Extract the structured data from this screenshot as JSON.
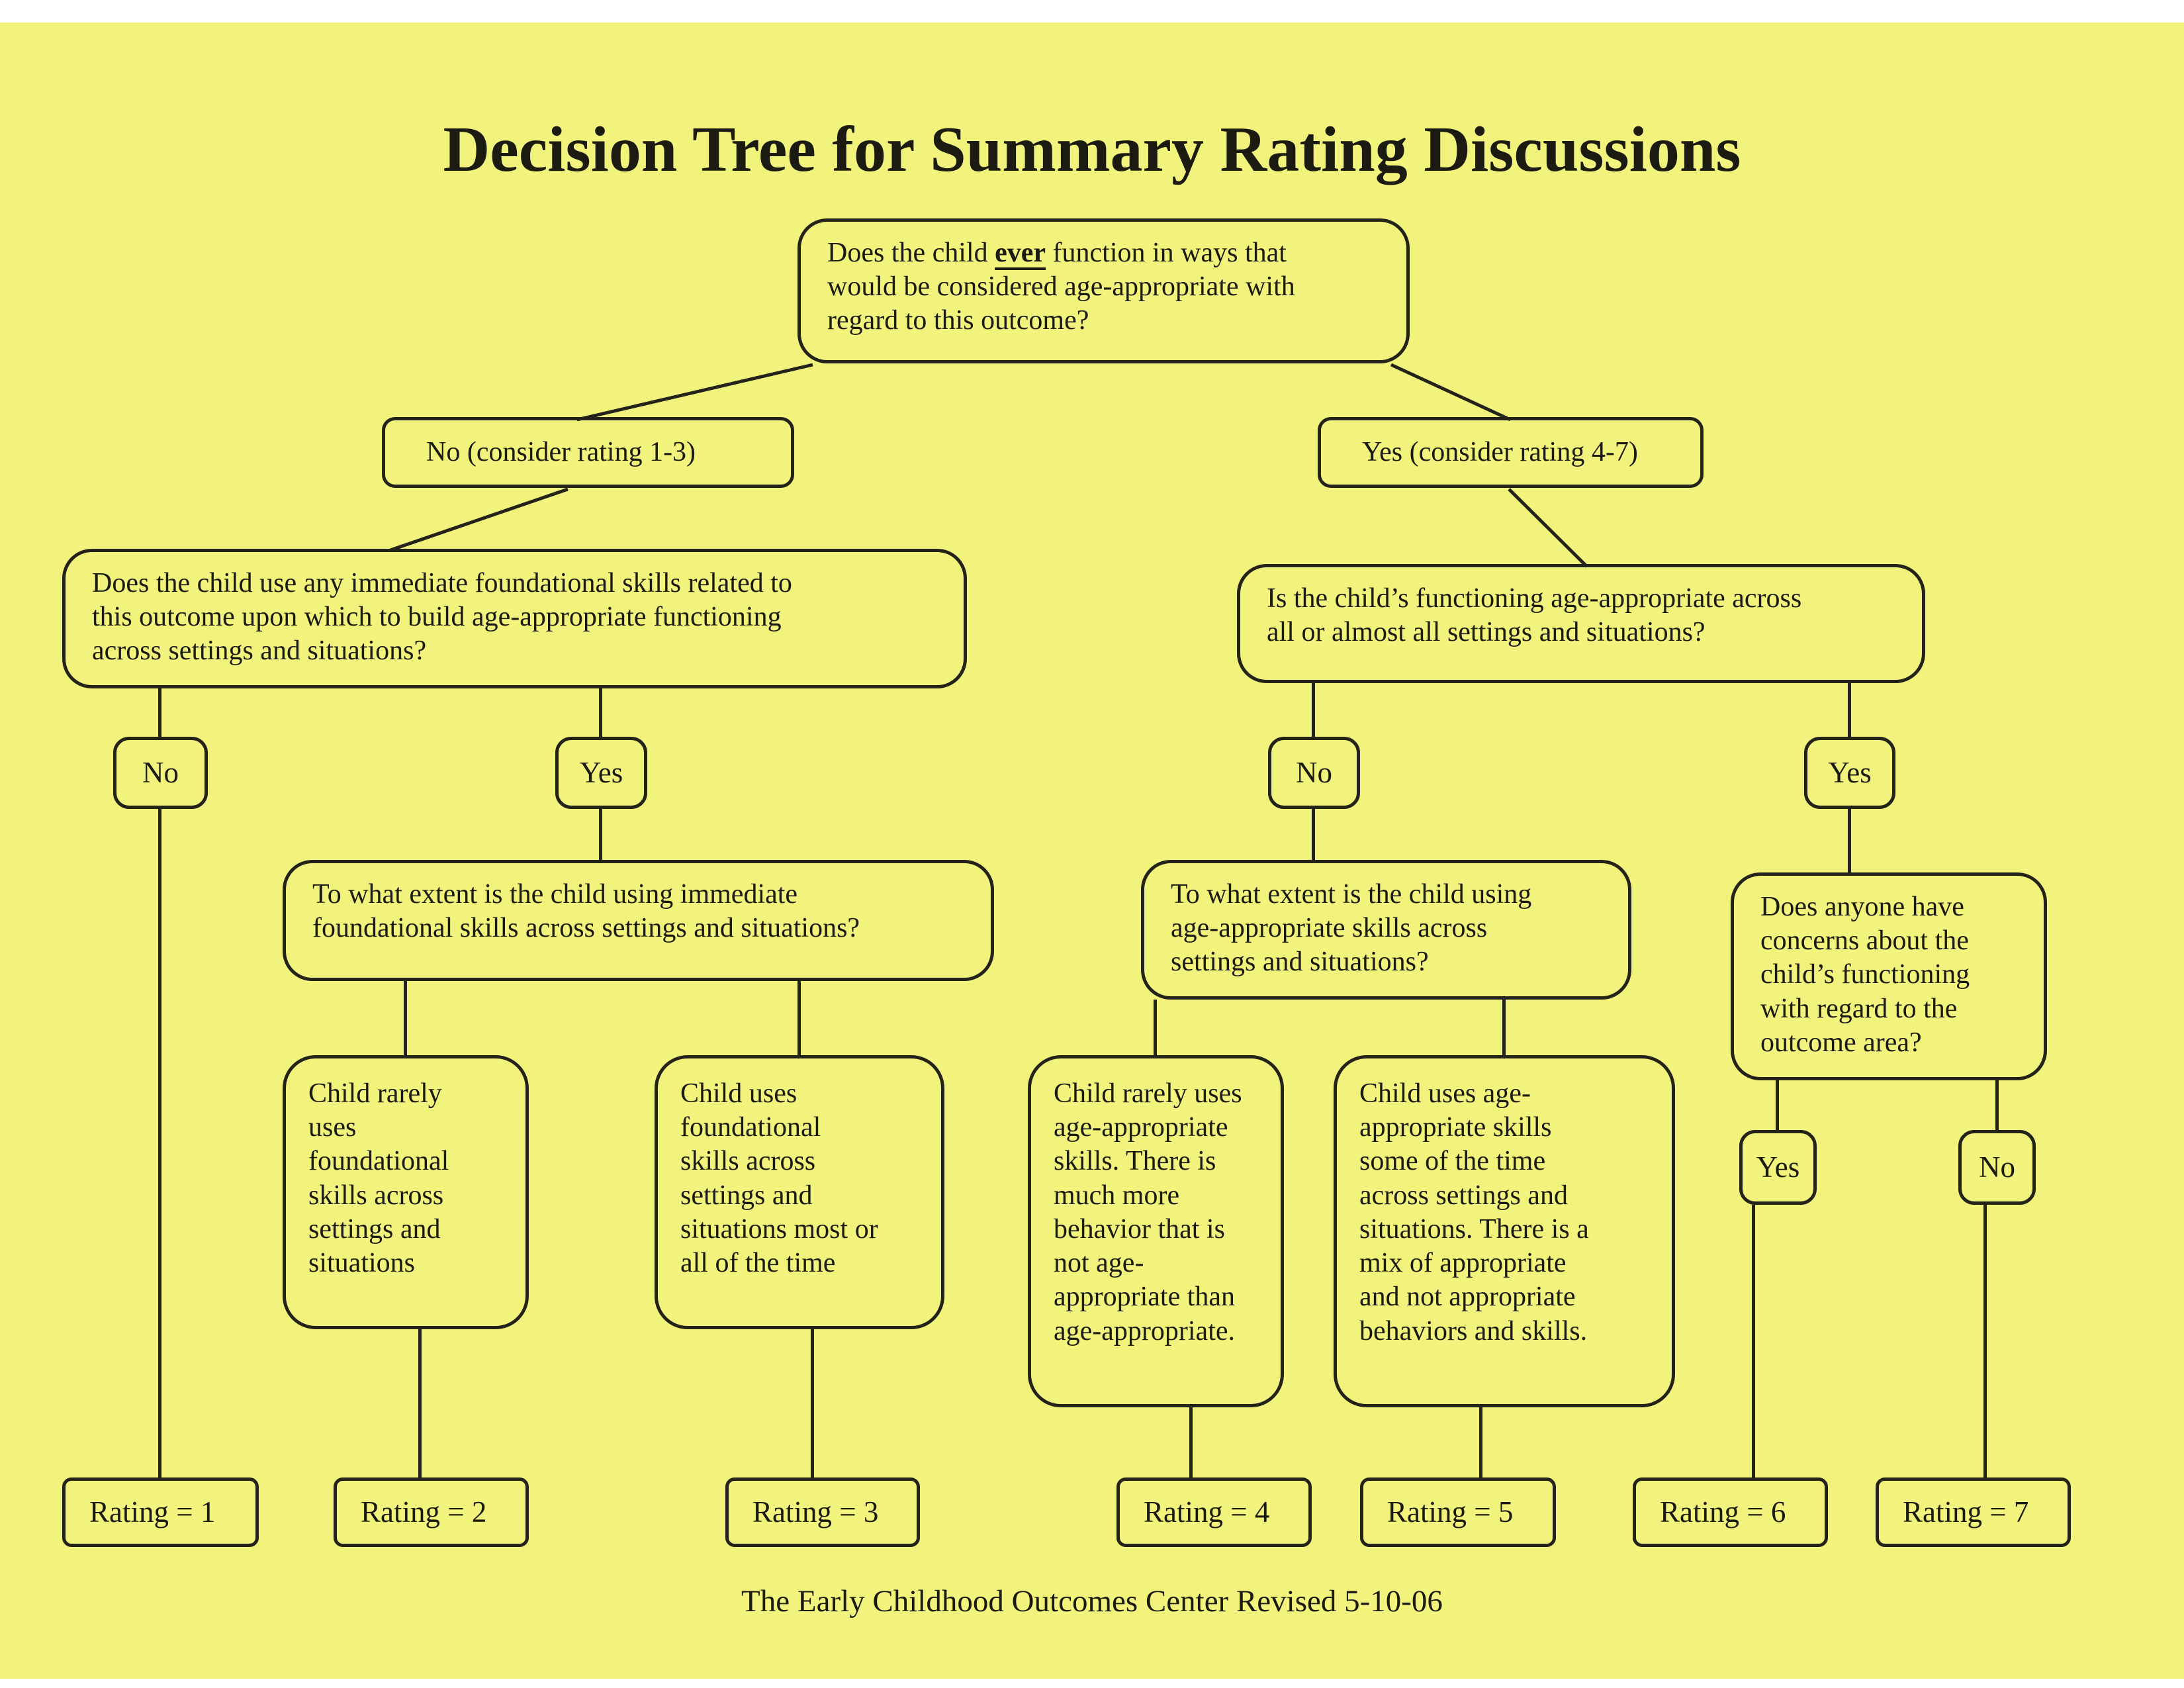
{
  "title": "Decision Tree for Summary Rating Discussions",
  "footer": "The Early Childhood Outcomes Center Revised 5-10-06",
  "colors": {
    "page_background": "#f1f37c",
    "ink": "#23231a"
  },
  "root": {
    "prefix": "Does the child ",
    "emphasis": "ever",
    "suffix": " function in ways that\nwould be considered age-appropriate with\nregard to this outcome?"
  },
  "nodes": {
    "branch_no": "No (consider rating 1-3)",
    "branch_yes": "Yes (consider rating 4-7)",
    "q_foundational": [
      "Does the child use any immediate foundational skills related to",
      "this outcome upon which to build age-appropriate functioning",
      "across settings and situations?"
    ],
    "q_age_appropriate": [
      "Is the child’s functioning age-appropriate across",
      "all or almost all settings and situations?"
    ],
    "answer_no_1": "No",
    "answer_yes_1": "Yes",
    "answer_no_2": "No",
    "answer_yes_2": "Yes",
    "q_extent_foundational": [
      "To what extent is the child using immediate",
      "foundational skills across settings and situations?"
    ],
    "q_extent_age": [
      "To what extent is the child using",
      "age-appropriate skills across",
      "settings and situations?"
    ],
    "q_concerns": [
      "Does anyone have",
      "concerns about the",
      "child’s functioning",
      "with regard to the",
      "outcome area?"
    ],
    "desc_rating2": [
      "Child rarely",
      "uses",
      "foundational",
      "skills across",
      "settings and",
      "situations"
    ],
    "desc_rating3": [
      "Child uses",
      "foundational",
      "skills across",
      "settings and",
      "situations most or",
      "all of the time"
    ],
    "desc_rating4": [
      "Child rarely uses",
      "age-appropriate",
      "skills.  There is",
      "much more",
      "behavior that is",
      "not age-",
      "appropriate than",
      "age-appropriate."
    ],
    "desc_rating5": [
      "Child uses age-",
      "appropriate skills",
      "some of the time",
      "across settings and",
      "situations.  There is a",
      "mix of appropriate",
      "and not appropriate",
      "behaviors and skills."
    ],
    "answer_yes_3": "Yes",
    "answer_no_3": "No"
  },
  "ratings": [
    "Rating = 1",
    "Rating = 2",
    "Rating = 3",
    "Rating = 4",
    "Rating = 5",
    "Rating = 6",
    "Rating = 7"
  ]
}
